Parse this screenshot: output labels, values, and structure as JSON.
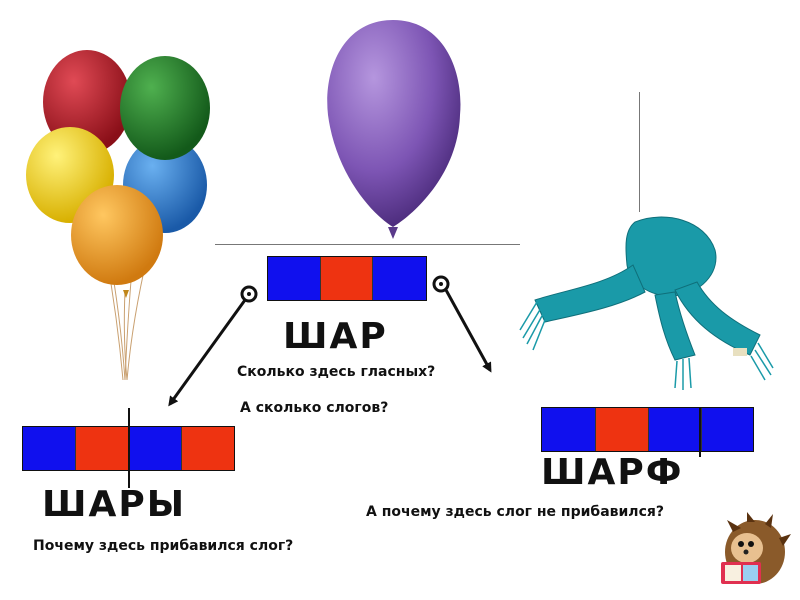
{
  "words": {
    "center": "ШАР",
    "left": "ШАРЫ",
    "right": "ШАРФ"
  },
  "questions": {
    "vowels": "Сколько здесь гласных?",
    "syllables": "А сколько слогов?",
    "why_added": "Почему здесь прибавился слог?",
    "why_not_added": "А почему здесь слог не прибавился?"
  },
  "schemes": {
    "center": [
      "consonant",
      "vowel",
      "consonant"
    ],
    "left": [
      "consonant",
      "vowel",
      "consonant",
      "vowel"
    ],
    "right": [
      "consonant",
      "vowel",
      "consonant",
      "consonant"
    ]
  },
  "colors": {
    "consonant": "#1010ee",
    "vowel": "#ee3311",
    "balloon_purple": "#7d55b4",
    "balloon_red": "#b01825",
    "balloon_green": "#1f7a2a",
    "balloon_yellow": "#f0d020",
    "balloon_blue": "#2a7ad0",
    "balloon_orange": "#e89a20",
    "scarf": "#1a9aa8"
  }
}
